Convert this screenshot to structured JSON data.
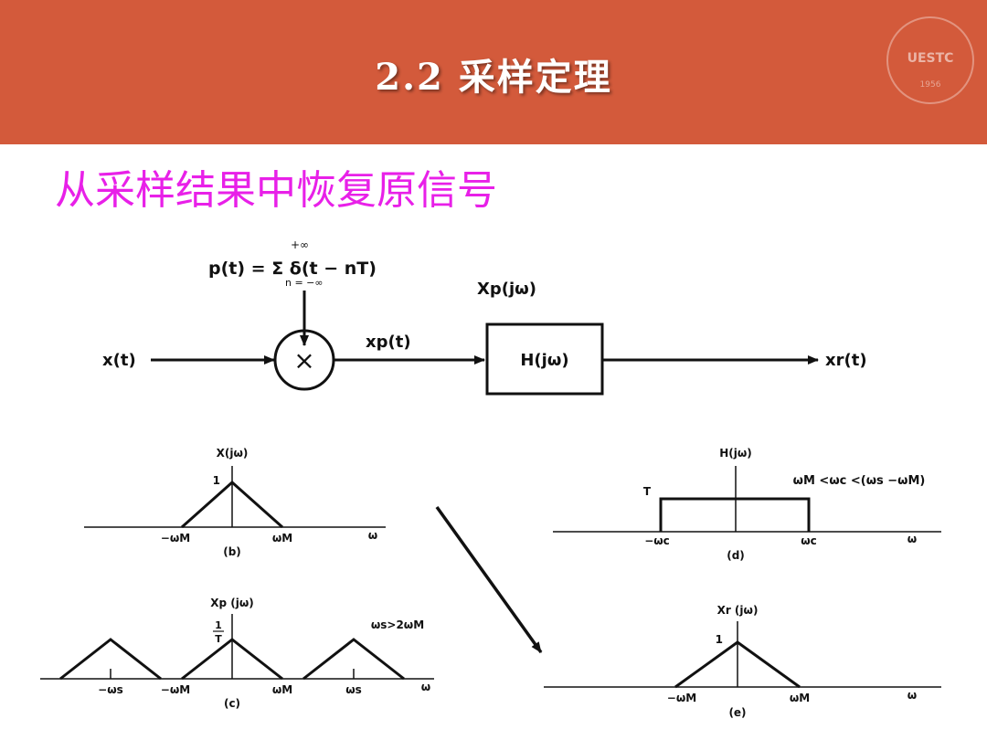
{
  "header": {
    "title": "2.2  采样定理",
    "logo_text": "UESTC",
    "logo_year": "1956",
    "bg_color": "#d35a3b"
  },
  "subtitle": "从采样结果中恢复原信号",
  "block_diagram": {
    "p_label": "p(t) = Σ δ(t − nT)",
    "sum_upper": "+∞",
    "sum_lower": "n = −∞",
    "multiplier": "×",
    "input": "x(t)",
    "xp": "xp(t)",
    "Xp": "Xp(jω)",
    "filter": "H(jω)",
    "output": "xr(t)"
  },
  "plot_b": {
    "title": "X(jω)",
    "peak": "1",
    "neg": "−ωM",
    "pos": "ωM",
    "axis": "ω",
    "caption": "(b)"
  },
  "plot_c": {
    "title": "Xp (jω)",
    "peak_num": "1",
    "peak_den": "T",
    "cond": "ωs>2ωM",
    "t1": "−ωs",
    "t2": "−ωM",
    "t3": "ωM",
    "t4": "ωs",
    "axis": "ω",
    "caption": "(c)"
  },
  "plot_d": {
    "title": "H(jω)",
    "height": "T",
    "cond": "ωM <ωc <(ωs −ωM)",
    "neg": "−ωc",
    "pos": "ωc",
    "axis": "ω",
    "caption": "(d)"
  },
  "plot_e": {
    "title": "Xr (jω)",
    "peak": "1",
    "neg": "−ωM",
    "pos": "ωM",
    "axis": "ω",
    "caption": "(e)"
  }
}
